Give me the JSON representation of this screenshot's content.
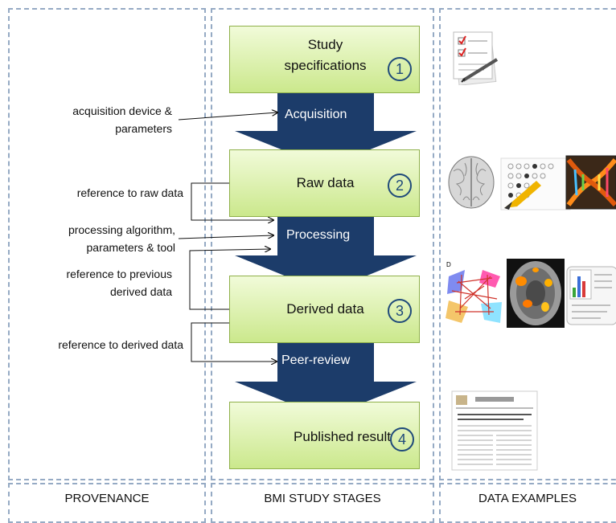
{
  "columns": {
    "provenance": "PROVENANCE",
    "stages": "BMI STUDY STAGES",
    "examples": "DATA EXAMPLES"
  },
  "stages": [
    {
      "number": "1",
      "line1": "Study",
      "line2": "specifications"
    },
    {
      "number": "2",
      "label": "Raw data"
    },
    {
      "number": "3",
      "label": "Derived data"
    },
    {
      "number": "4",
      "label": "Published result"
    }
  ],
  "arrows": {
    "acquisition": "Acquisition",
    "processing": "Processing",
    "peer_review": "Peer-review"
  },
  "provenance": {
    "acquisition_line1": "acquisition device &",
    "acquisition_line2": "parameters",
    "raw_ref": "reference to raw data",
    "processing_line1": "processing algorithm,",
    "processing_line2": "parameters & tool",
    "prev_line1": "reference to previous",
    "prev_line2": "derived data",
    "derived_ref": "reference to derived data"
  },
  "example_icons": {
    "spec": "checklist-icon",
    "raw": [
      "brain-icon",
      "answer-sheet-icon",
      "dna-icon"
    ],
    "derived": [
      "network-graph-icon",
      "brain-activation-icon",
      "bar-chart-document-icon"
    ],
    "published": "paper-document-icon"
  },
  "colors": {
    "stage_fill_top": "#f1fbd9",
    "stage_fill_bottom": "#cbe88c",
    "arrow": "#1c3c6a",
    "dash": "#95aac4"
  }
}
